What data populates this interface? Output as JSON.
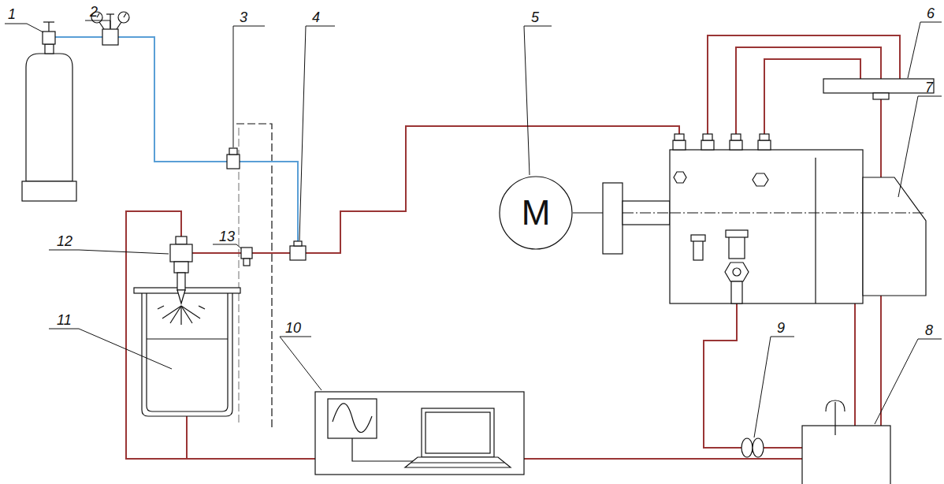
{
  "diagram": {
    "nodes": [
      {
        "text": [
          "M"
        ]
      }
    ],
    "edges": [],
    "labels": [
      "1",
      "2",
      "3",
      "4",
      "5",
      "6",
      "7",
      "8",
      "9",
      "10",
      "11",
      "12",
      "13"
    ]
  }
}
